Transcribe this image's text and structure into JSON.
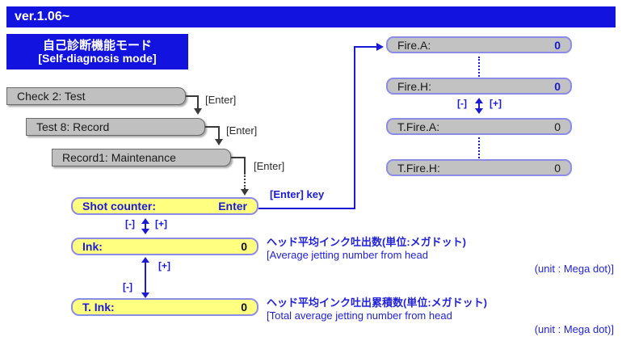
{
  "header": {
    "version": "ver.1.06~"
  },
  "title": {
    "jp": "自己診断機能モード",
    "en": "[Self-diagnosis mode]"
  },
  "menu": {
    "items": [
      {
        "label": "Check  2:   Test"
      },
      {
        "label": "Test  8:   Record"
      },
      {
        "label": "Record1:   Maintenance"
      }
    ],
    "enter_labels": [
      "[Enter]",
      "[Enter]",
      "[Enter]"
    ]
  },
  "enter_key_note": "[Enter] key",
  "counters": {
    "shot": {
      "label": "Shot counter:",
      "value": "Enter"
    },
    "ink": {
      "label": "Ink:",
      "value": "0"
    },
    "tink": {
      "label": "T. Ink:",
      "value": "0"
    }
  },
  "fire": {
    "rows": [
      {
        "label": "Fire.A:",
        "value": "0"
      },
      {
        "label": "Fire.H:",
        "value": "0"
      },
      {
        "label": "T.Fire.A:",
        "value": "0"
      },
      {
        "label": "T.Fire.H:",
        "value": "0"
      }
    ]
  },
  "keys": {
    "minus": "[-]",
    "plus": "[+]"
  },
  "descriptions": {
    "ink": {
      "jp": "ヘッド平均インク吐出数(単位:メガドット)",
      "en1": "[Average jetting number from head",
      "en2": "(unit : Mega dot)]"
    },
    "tink": {
      "jp": "ヘッド平均インク吐出累積数(単位:メガドット)",
      "en1": "[Total average jetting number from head",
      "en2": "(unit : Mega dot)]"
    }
  },
  "colors": {
    "brand_blue": "#1313e0",
    "accent_blue": "#1a1ad6",
    "box_yellow": "#ffff80",
    "box_grey": "#c0c0c0",
    "border_violet": "#8c8ce8"
  }
}
